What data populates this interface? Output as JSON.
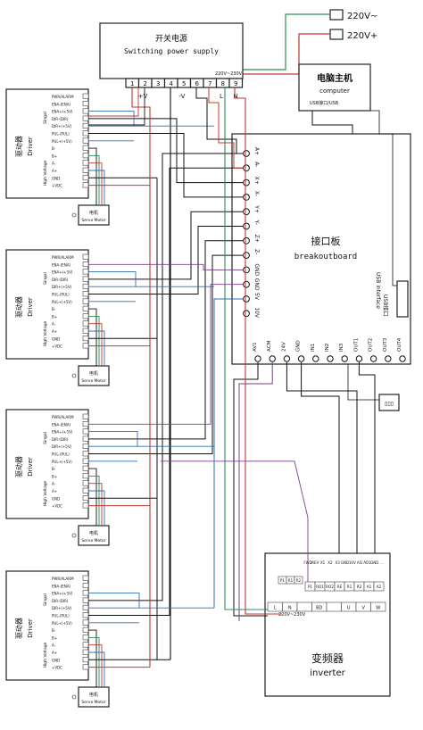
{
  "power_lines": {
    "l1": "220V~",
    "l2": "220V+"
  },
  "power_supply": {
    "title_cn": "开关电源",
    "title_en": "Switching power supply",
    "terminals": [
      "1",
      "2",
      "3",
      "4",
      "5",
      "6",
      "7",
      "8",
      "9"
    ],
    "label_pos": "+V",
    "label_neg": "-V",
    "label_l": "L",
    "label_n": "N",
    "label_ac": "220V~230V"
  },
  "computer": {
    "title_cn": "电脑主机",
    "title_en": "computer",
    "port": "USB接口/USB"
  },
  "breakout": {
    "title_cn": "接口板",
    "title_en": "breakoutboard",
    "usb_label_cn": "USB接口",
    "usb_label_en": "USB interface",
    "left_pins": [
      "A+",
      "A-",
      "X+",
      "X-",
      "Y+",
      "Y-",
      "Z+",
      "Z-",
      "GND",
      "GND",
      "5V",
      "10V"
    ],
    "bottom_pins": [
      "AV1",
      "ACM",
      "24V",
      "GND",
      "IN1",
      "IN2",
      "IN3",
      "OUT1",
      "OUT2",
      "OUT3",
      "OUT4"
    ],
    "small_connector": "▯▯▯"
  },
  "drivers": [
    {
      "cn": "驱动器",
      "en": "Driver",
      "signal": "Singal",
      "high_voltage": "High Voltage",
      "pins": [
        "PWR/ALARM",
        "ENA-(ENA)",
        "ENA+(+5V)",
        "DIR-(DIR)",
        "DIR+(+5V)",
        "PUL-(PUL)",
        "PUL+(+5V)",
        "B-",
        "B+",
        "A-",
        "A+",
        "GND",
        "+VDC"
      ],
      "motor_cn": "电机",
      "motor_en": "Servo Motor"
    },
    {
      "cn": "驱动器",
      "en": "Driver",
      "signal": "Singal",
      "high_voltage": "High Voltage",
      "pins": [
        "PWR/ALARM",
        "ENA-(ENA)",
        "ENA+(+5V)",
        "DIR-(DIR)",
        "DIR+(+5V)",
        "PUL-(PUL)",
        "PUL+(+5V)",
        "B-",
        "B+",
        "A-",
        "A+",
        "GND",
        "+VDC"
      ],
      "motor_cn": "电机",
      "motor_en": "Servo Motor"
    },
    {
      "cn": "驱动器",
      "en": "Driver",
      "signal": "Singal",
      "high_voltage": "High Voltage",
      "pins": [
        "PWR/ALARM",
        "ENA-(ENA)",
        "ENA+(+5V)",
        "DIR-(DIR)",
        "DIR+(+5V)",
        "PUL-(PUL)",
        "PUL+(+5V)",
        "B-",
        "B+",
        "A-",
        "A+",
        "GND",
        "+VDC"
      ],
      "motor_cn": "电机",
      "motor_en": "Servo Motor"
    },
    {
      "cn": "驱动器",
      "en": "Driver",
      "signal": "Singal",
      "high_voltage": "High Voltage",
      "pins": [
        "PWR/ALARM",
        "ENA-(ENA)",
        "ENA+(+5V)",
        "DIR-(DIR)",
        "DIR+(+5V)",
        "PUL-(PUL)",
        "PUL+(+5V)",
        "B-",
        "B+",
        "A-",
        "A+",
        "GND",
        "+VDC"
      ],
      "motor_cn": "电机",
      "motor_en": "Servo Motor"
    }
  ],
  "inverter": {
    "title_cn": "变频器",
    "title_en": "inverter",
    "top_terminals": [
      "FWD",
      "REV",
      "X1",
      "X2",
      "X3",
      "GND",
      "10V",
      "AI1",
      "AO1",
      "GND",
      "..."
    ],
    "mid_terminals": [
      "P1",
      "RO1",
      "RO2",
      "RE",
      "R1",
      "R2",
      "A1",
      "A2"
    ],
    "power_row": [
      "L",
      "N",
      "",
      "BD",
      "",
      "U",
      "V",
      "W"
    ],
    "small_row": [
      "P1",
      "R1",
      "R2"
    ],
    "power_note": "220V~230V"
  },
  "colors": {
    "red": "#c0392b",
    "green": "#2e8b57",
    "blue": "#2f6fb5",
    "black": "#111111",
    "purple": "#7a3e8c",
    "gray": "#777777"
  }
}
